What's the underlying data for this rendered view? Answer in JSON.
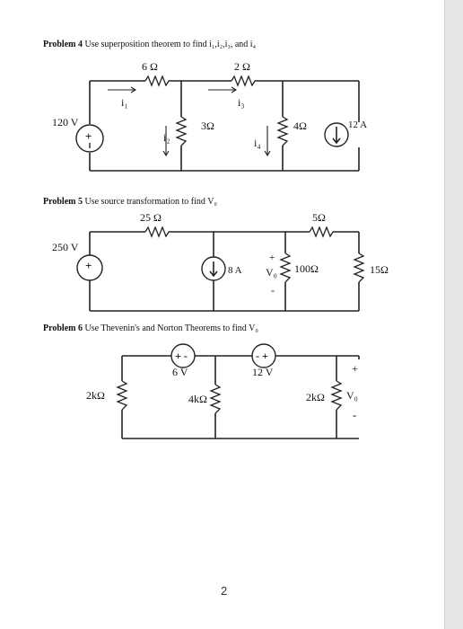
{
  "problems": [
    {
      "heading_bold": "Problem 4",
      "heading_text": " Use superposition theorem to find i₁,i₂,i₃, and i₄",
      "labels": {
        "r1": "6 Ω",
        "r2": "2 Ω",
        "r3": "3Ω",
        "r4": "4Ω",
        "v1": "120 V",
        "i_src": "12 A",
        "i1": "i₁",
        "i2": "i₂",
        "i3": "i₃",
        "i4": "i₄"
      }
    },
    {
      "heading_bold": "Problem 5",
      "heading_text": " Use source transformation to find V₀",
      "labels": {
        "r1": "25 Ω",
        "r2": "5Ω",
        "r3": "100Ω",
        "r4": "15Ω",
        "v1": "250 V",
        "i_src": "8 A",
        "vo": "V₀",
        "plus": "+",
        "minus": "-"
      }
    },
    {
      "heading_bold": "Problem 6",
      "heading_text": " Use Thevenin's and Norton Theorems to find V₀",
      "labels": {
        "r1": "2kΩ",
        "r2": "4kΩ",
        "r3": "2kΩ",
        "v1": "6 V",
        "v2": "12 V",
        "vo": "V₀",
        "plus": "+",
        "minus": "-",
        "src_pm": "+ -",
        "src_mp": "- +"
      }
    }
  ],
  "page_number": "2"
}
